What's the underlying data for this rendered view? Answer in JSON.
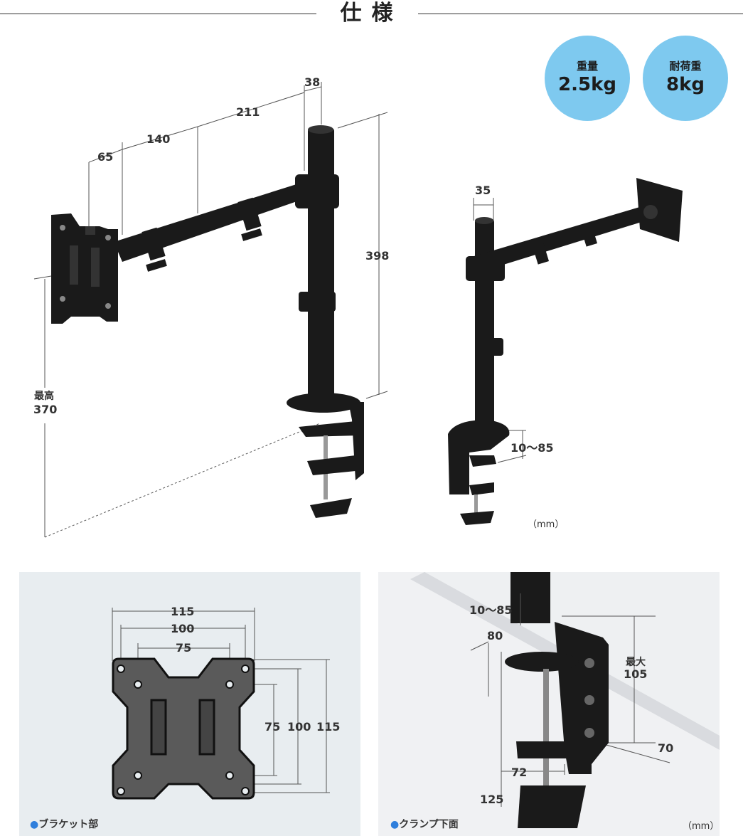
{
  "title": "仕様",
  "badges": [
    {
      "label": "重量",
      "value": "2.5kg"
    },
    {
      "label": "耐荷重",
      "value": "8kg"
    }
  ],
  "top_left_dims": {
    "d38": "38",
    "d211": "211",
    "d140": "140",
    "d65": "65",
    "d398": "398",
    "max_label": "最高",
    "max_value": "370"
  },
  "top_right_dims": {
    "d35": "35",
    "clamp_range": "10〜85",
    "unit": "（mm）"
  },
  "bracket_panel": {
    "caption_dot": "●",
    "caption": "ブラケット部",
    "h115": "115",
    "h100": "100",
    "h75": "75",
    "v75": "75",
    "v100": "100",
    "v115": "115"
  },
  "clamp_panel": {
    "caption_dot": "●",
    "caption": "クランプ下面",
    "range": "10〜85",
    "d80": "80",
    "max_label": "最大",
    "max_value": "105",
    "d70": "70",
    "d72": "72",
    "d125": "125",
    "unit": "（mm）"
  },
  "colors": {
    "badge": "#7ec9ef",
    "accent_dot": "#2f7fdc",
    "panel_bg": "#e8edf0",
    "metal": "#1a1a1a"
  }
}
